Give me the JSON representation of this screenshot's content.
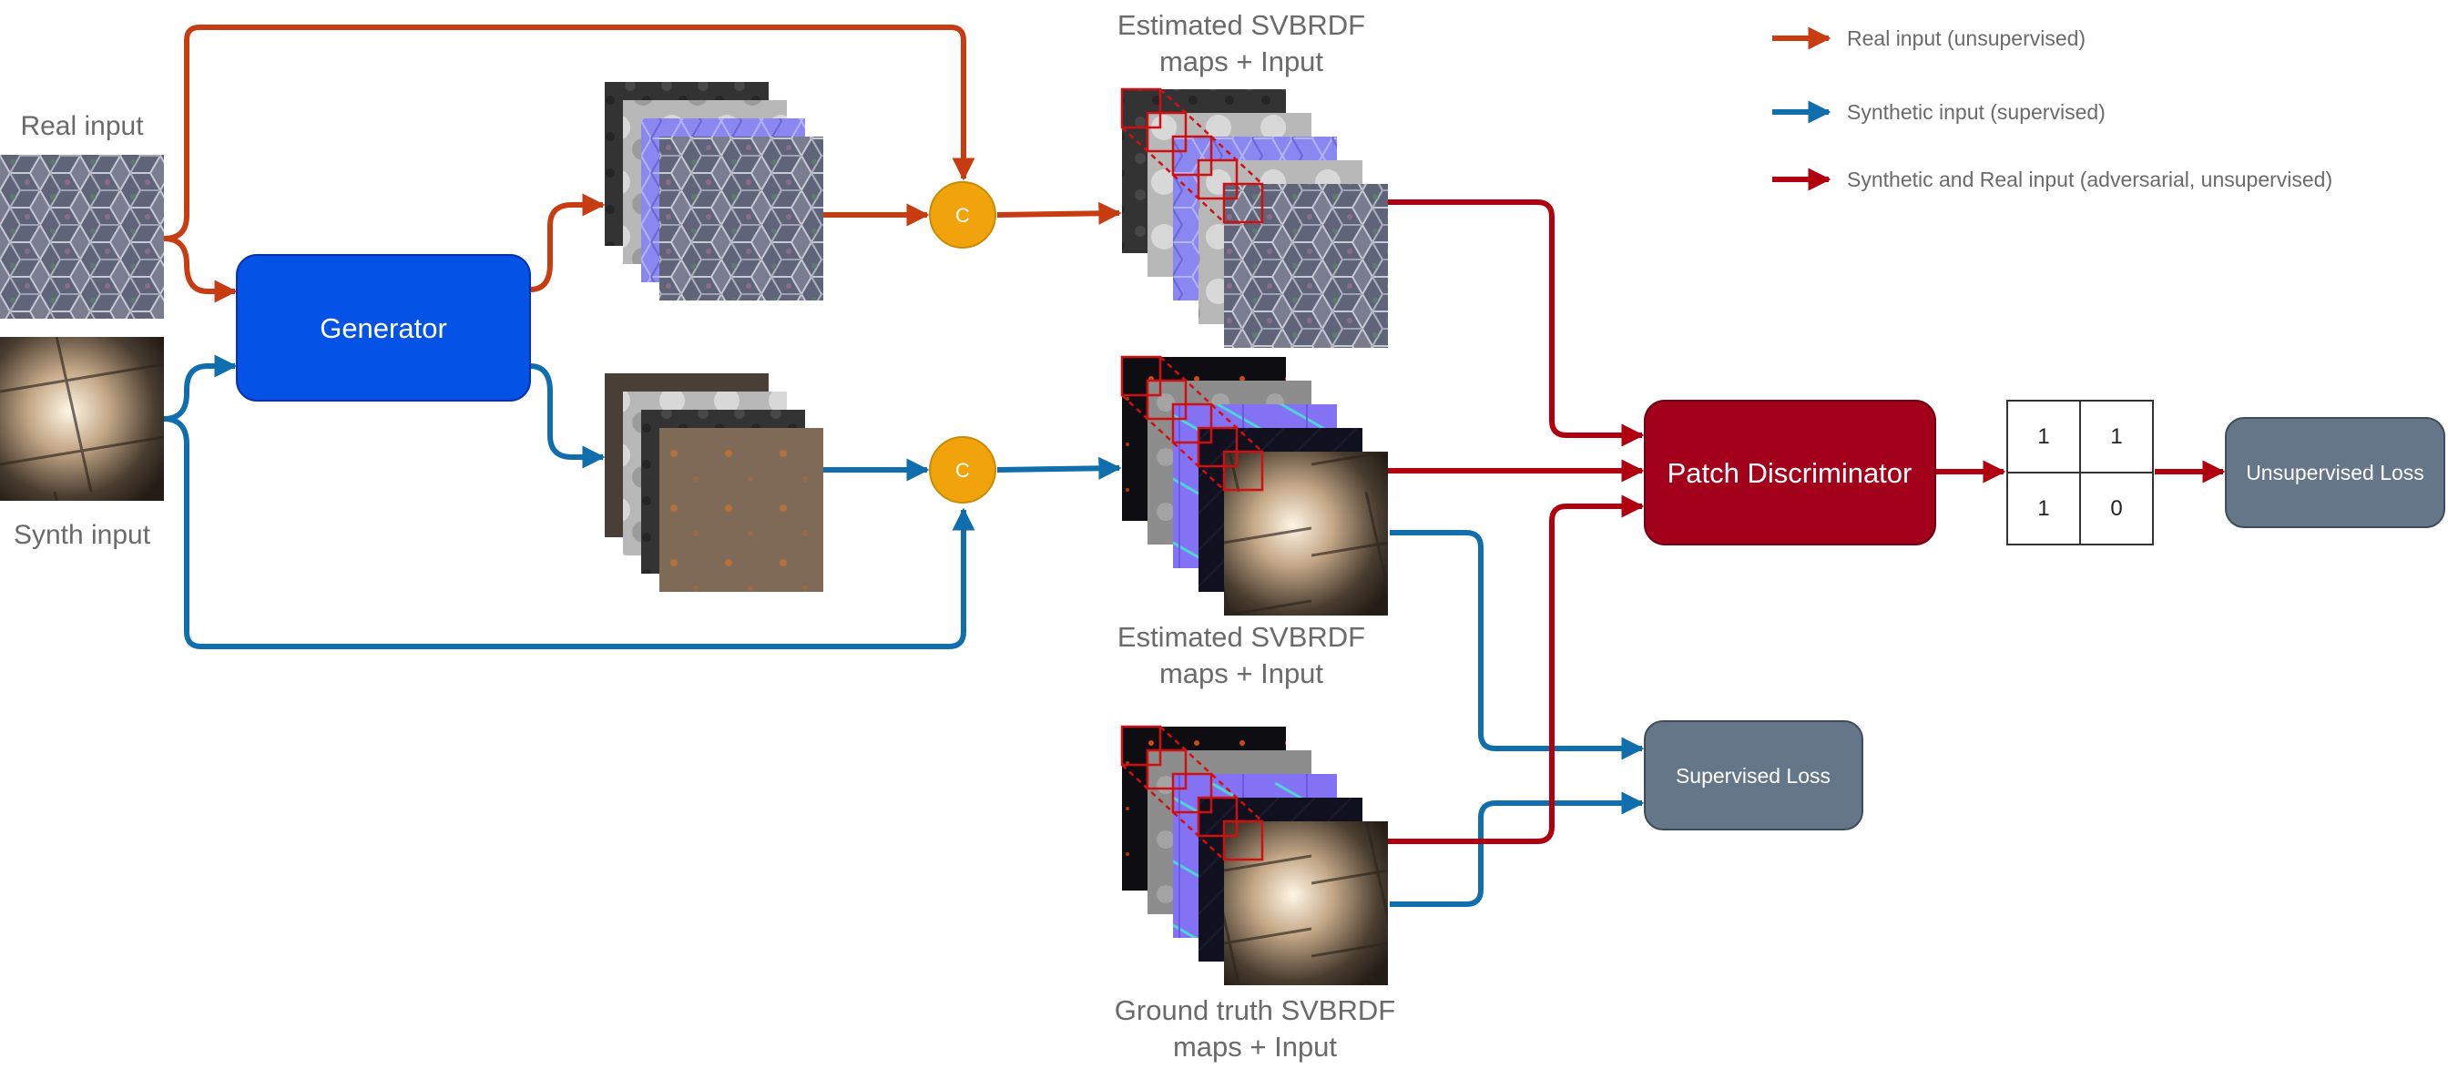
{
  "inputs": {
    "real_label": "Real input",
    "synth_label": "Synth input"
  },
  "generator": {
    "label": "Generator"
  },
  "concat": {
    "symbol": "C"
  },
  "stacks": {
    "estimated_top_caption": [
      "Estimated SVBRDF",
      "maps + Input"
    ],
    "estimated_mid_caption": [
      "Estimated SVBRDF",
      "maps + Input"
    ],
    "ground_truth_caption": [
      "Ground truth SVBRDF",
      "maps + Input"
    ]
  },
  "discriminator": {
    "label": "Patch Discriminator"
  },
  "patch_grid": {
    "cells": [
      "1",
      "1",
      "1",
      "0"
    ]
  },
  "losses": {
    "unsupervised": "Unsupervised Loss",
    "supervised": "Supervised Loss"
  },
  "legend": {
    "items": [
      {
        "label": "Real input (unsupervised)",
        "color": "#c83c12"
      },
      {
        "label": "Synthetic input (supervised)",
        "color": "#0f6eab"
      },
      {
        "label": "Synthetic and Real input (adversarial, unsupervised)",
        "color": "#b00010"
      }
    ]
  },
  "colors": {
    "real_arrow": "#c83c12",
    "synth_arrow": "#0f6eab",
    "adversarial_arrow": "#b00010",
    "generator_fill": "#0552e6",
    "discriminator_fill": "#a3001c",
    "loss_fill": "#647687",
    "concat_fill": "#f0a30a"
  }
}
